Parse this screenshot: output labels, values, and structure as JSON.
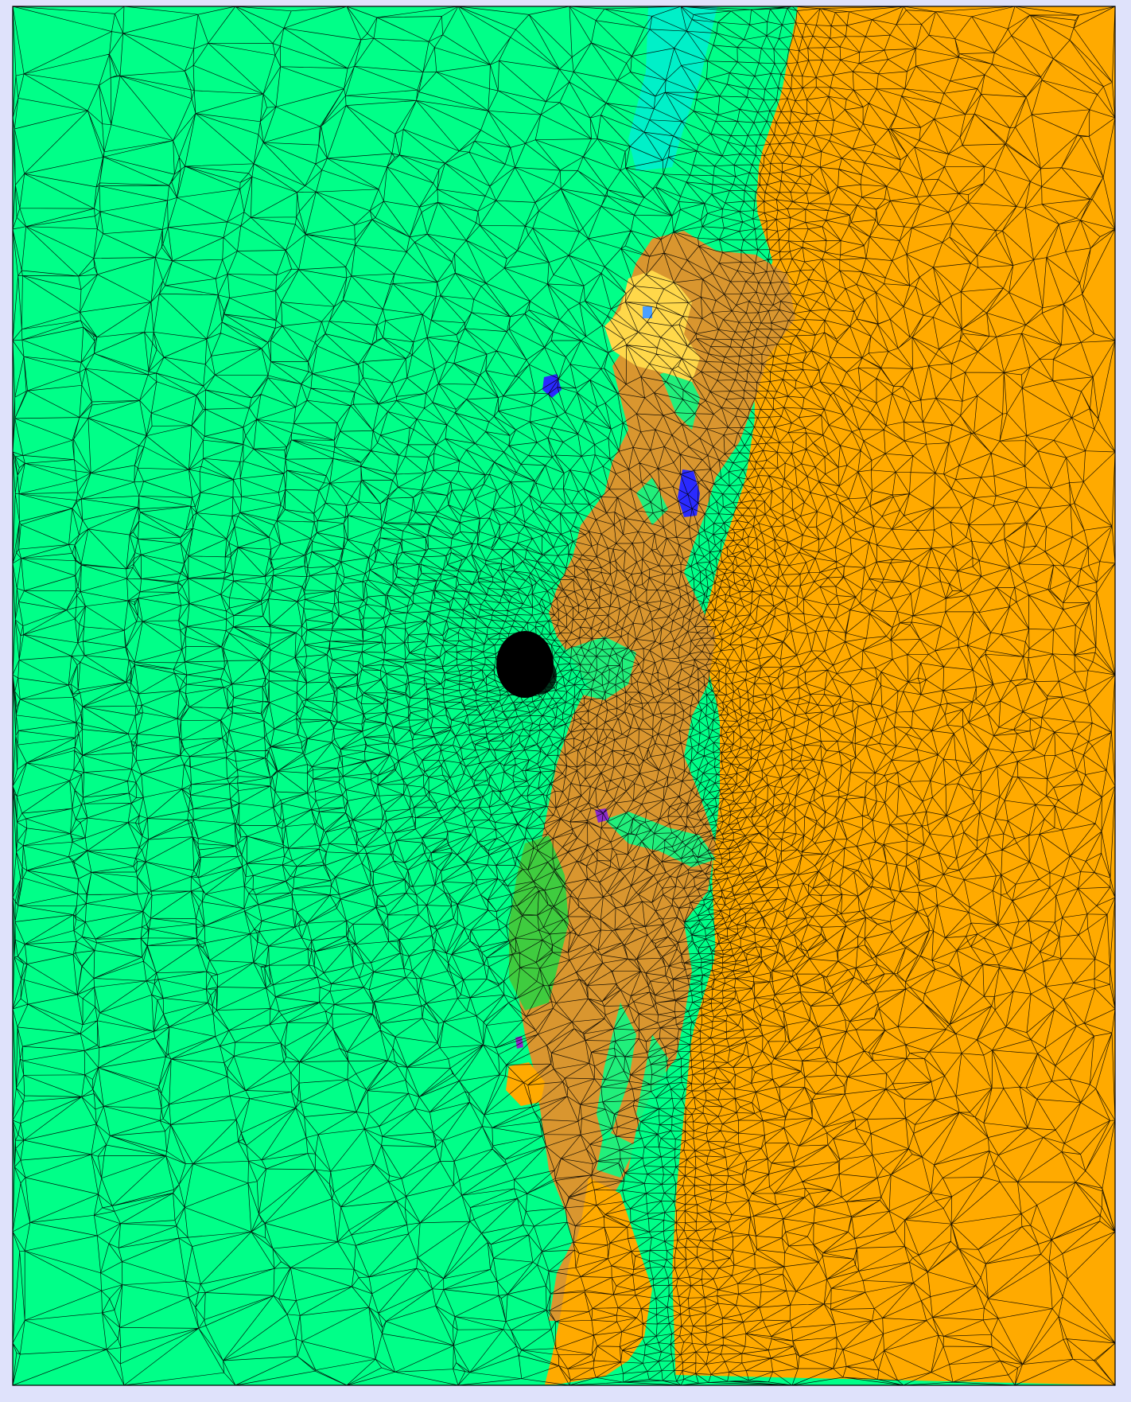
{
  "window": {
    "title": ""
  },
  "colors": {
    "ocean": "#00ff88",
    "land": "#ffaa00",
    "land_dense": "#d9962f",
    "shelf": "#00f0c8",
    "lake_yellow": "#ffd84a",
    "lake_blue": "#2a2aff",
    "lake_blue_light": "#4aa0ff",
    "wetland_green": "#3fcc3f",
    "inlet_purple": "#8a2ac8",
    "refined_core": "#000000",
    "edge": "#000000",
    "frame_bg": "#dfe2fb"
  },
  "mesh": {
    "regions": [
      {
        "name": "offshore-ocean",
        "color_key": "ocean"
      },
      {
        "name": "inland-region",
        "color_key": "land"
      },
      {
        "name": "coastal-lowland",
        "color_key": "land_dense"
      },
      {
        "name": "northern-shelf",
        "color_key": "shelf"
      },
      {
        "name": "northern-lake",
        "color_key": "lake_yellow"
      },
      {
        "name": "small-lake-1",
        "color_key": "lake_blue"
      },
      {
        "name": "small-lake-2",
        "color_key": "lake_blue"
      },
      {
        "name": "pond",
        "color_key": "lake_blue_light"
      },
      {
        "name": "wetland",
        "color_key": "wetland_green"
      },
      {
        "name": "inlet",
        "color_key": "inlet_purple"
      },
      {
        "name": "refinement-core",
        "color_key": "refined_core"
      }
    ]
  }
}
